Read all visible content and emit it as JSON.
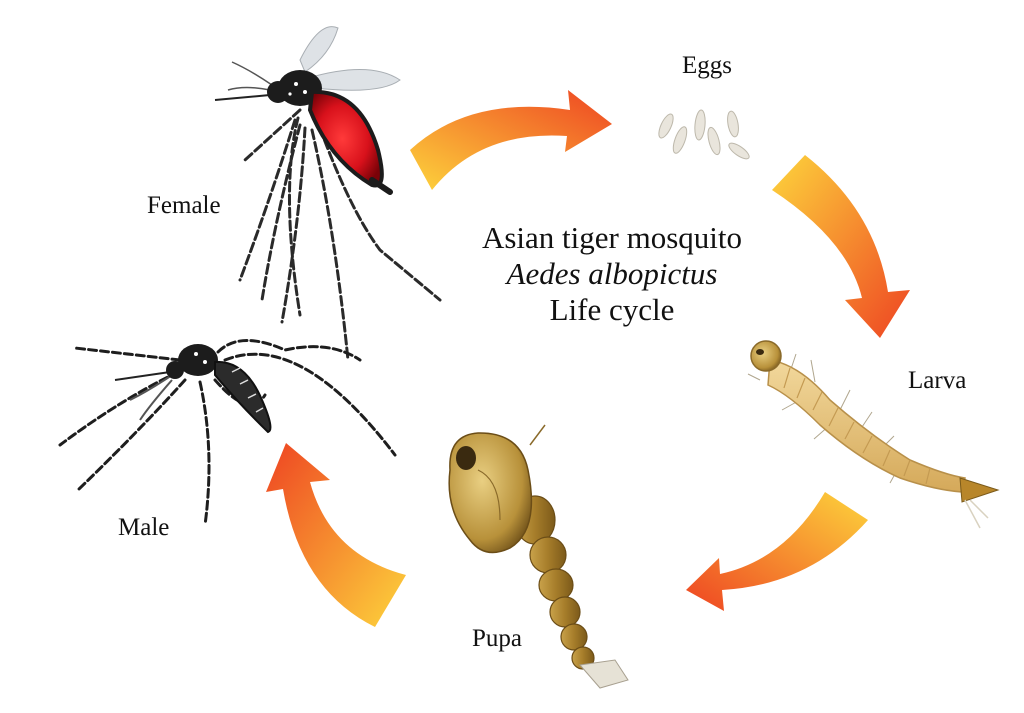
{
  "title": {
    "common_name": "Asian tiger mosquito",
    "scientific_name": "Aedes albopictus",
    "subtitle": "Life cycle"
  },
  "stages": {
    "female": "Female",
    "eggs": "Eggs",
    "larva": "Larva",
    "pupa": "Pupa",
    "male": "Male"
  },
  "colors": {
    "arrow_start": "#fdd43c",
    "arrow_end": "#ee4422",
    "female_abdomen": "#d8111b",
    "body_dark": "#1c1c1c",
    "larva_body": "#e4c07a",
    "pupa_body": "#b58f38",
    "egg": "#e9e5dc"
  },
  "icons": [
    "cycle-arrow",
    "mosquito-female",
    "mosquito-male",
    "egg-cluster",
    "larva",
    "pupa"
  ]
}
